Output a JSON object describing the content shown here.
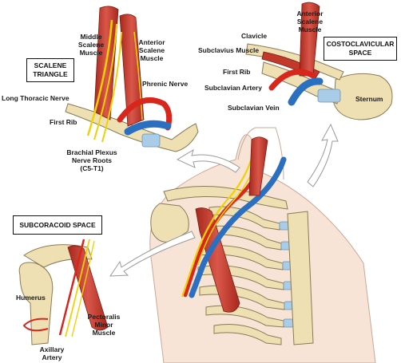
{
  "colors": {
    "muscle": "#c0392b",
    "muscle_light": "#e07060",
    "artery": "#d9261c",
    "vein": "#2a6fc0",
    "nerve": "#f2d100",
    "bone": "#efe0b4",
    "bone_edge": "#8a7a55",
    "cartilage": "#a9cde8",
    "skin": "#f8e4d6",
    "arrow": "#ffffff"
  },
  "boxes": {
    "scalene": "SCALENE\nTRIANGLE",
    "costoclavicular": "COSTOCLAVICULAR\nSPACE",
    "subcoracoid": "SUBCORACOID SPACE"
  },
  "labels": {
    "middle_scalene": "Middle\nScalene\nMuscle",
    "anterior_scalene_1": "Anterior\nScalene\nMuscle",
    "phrenic_nerve": "Phrenic Nerve",
    "long_thoracic": "Long Thoracic Nerve",
    "first_rib_1": "First Rib",
    "brachial_plexus": "Brachial Plexus\nNerve Roots\n(C5-T1)",
    "anterior_scalene_2": "Anterior\nScalene\nMuscle",
    "clavicle": "Clavicle",
    "subclavius": "Subclavius Muscle",
    "first_rib_2": "First Rib",
    "subclavian_artery": "Subclavian Artery",
    "subclavian_vein": "Subclavian Vein",
    "sternum": "Sternum",
    "humerus": "Humerus",
    "pectoralis_minor": "Pectoralis\nMinor\nMuscle",
    "axillary_artery": "Axillary\nArtery"
  }
}
